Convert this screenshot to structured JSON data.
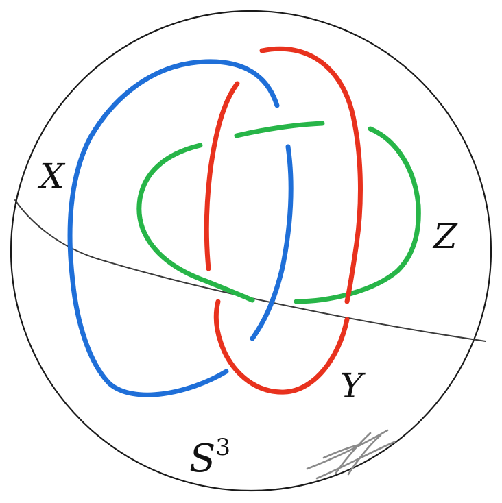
{
  "figure": {
    "labels": {
      "x": "X",
      "y": "Y",
      "z": "Z",
      "space": "S",
      "space_exponent": "3"
    },
    "components": [
      {
        "name": "X",
        "color": "#1f6fd8"
      },
      {
        "name": "Y",
        "color": "#e8321e"
      },
      {
        "name": "Z",
        "color": "#27b548"
      }
    ],
    "colors": {
      "sphere_outline": "#1a1a1a",
      "equator": "#3a3a3a",
      "hatch": "#8a8a8a",
      "text": "#111111"
    }
  }
}
